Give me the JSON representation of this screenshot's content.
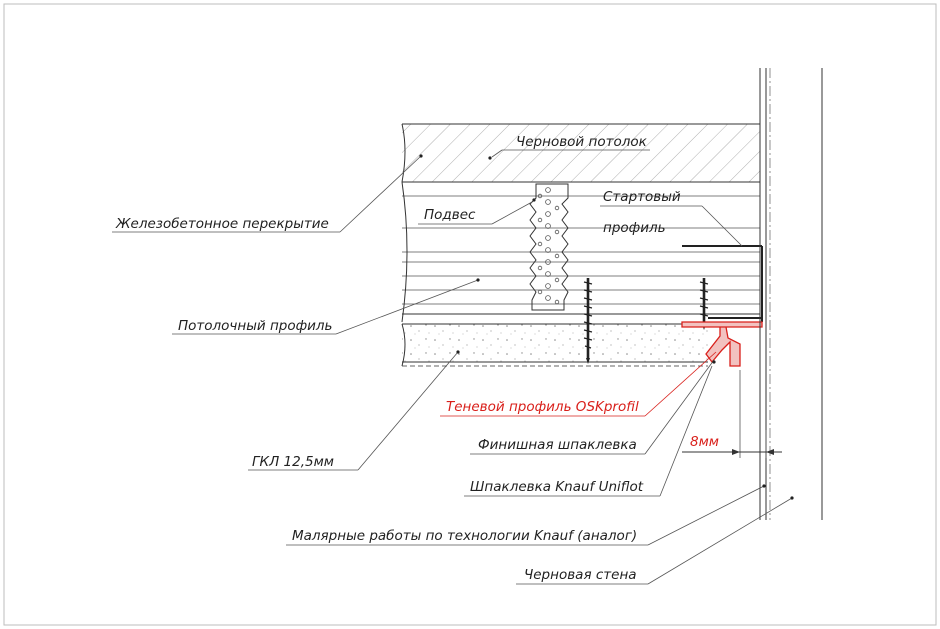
{
  "labels": {
    "rough_ceiling": "Черновой потолок",
    "rc_slab": "Железобетонное перекрытие",
    "hanger": "Подвес",
    "starter_profile_1": "Стартовый",
    "starter_profile_2": "профиль",
    "ceiling_profile": "Потолочный профиль",
    "shadow_profile": "Теневой профиль OSKprofil",
    "finish_putty": "Финишная шпаклевка",
    "gypsum_board": "ГКЛ 12,5мм",
    "knauf_putty": "Шпаклевка Knauf Uniflot",
    "painting": "Малярные работы по технологии Knauf (аналог)",
    "rough_wall": "Черновая стена",
    "gap_dimension": "8мм"
  },
  "colors": {
    "line": "#333333",
    "accent_red": "#d9201b",
    "background": "#ffffff"
  }
}
